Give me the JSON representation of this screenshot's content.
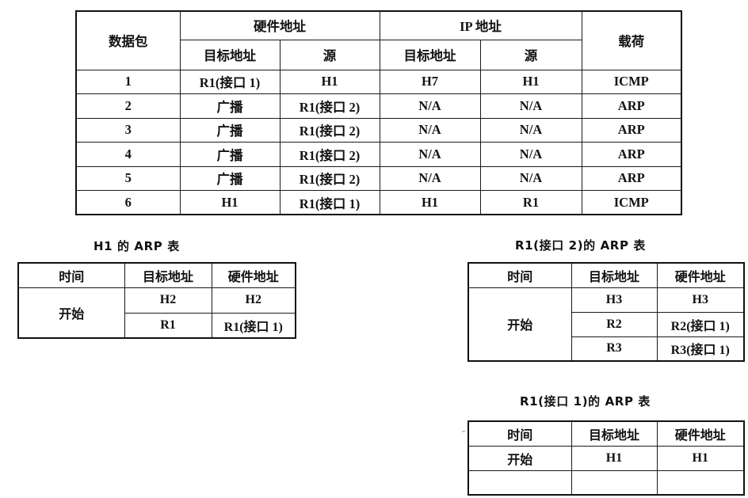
{
  "packet_table": {
    "group_headers": {
      "packet": "数据包",
      "hardware_address": "硬件地址",
      "ip_address": "IP 地址",
      "payload": "载荷"
    },
    "sub_headers": {
      "hw_dest": "目标地址",
      "hw_src": "源",
      "ip_dest": "目标地址",
      "ip_src": "源"
    },
    "rows": [
      {
        "packet": "1",
        "hw_dest": "R1(接口 1)",
        "hw_src": "H1",
        "ip_dest": "H7",
        "ip_src": "H1",
        "payload": "ICMP"
      },
      {
        "packet": "2",
        "hw_dest": "广播",
        "hw_src": "R1(接口 2)",
        "ip_dest": "N/A",
        "ip_src": "N/A",
        "payload": "ARP"
      },
      {
        "packet": "3",
        "hw_dest": "广播",
        "hw_src": "R1(接口 2)",
        "ip_dest": "N/A",
        "ip_src": "N/A",
        "payload": "ARP"
      },
      {
        "packet": "4",
        "hw_dest": "广播",
        "hw_src": "R1(接口 2)",
        "ip_dest": "N/A",
        "ip_src": "N/A",
        "payload": "ARP"
      },
      {
        "packet": "5",
        "hw_dest": "广播",
        "hw_src": "R1(接口 2)",
        "ip_dest": "N/A",
        "ip_src": "N/A",
        "payload": "ARP"
      },
      {
        "packet": "6",
        "hw_dest": "H1",
        "hw_src": "R1(接口 1)",
        "ip_dest": "H1",
        "ip_src": "R1",
        "payload": "ICMP"
      }
    ]
  },
  "arp_h1": {
    "title": "H1 的 ARP 表",
    "headers": {
      "time": "时间",
      "dest": "目标地址",
      "hw": "硬件地址"
    },
    "time_value": "开始",
    "rows": [
      {
        "dest": "H2",
        "hw": "H2"
      },
      {
        "dest": "R1",
        "hw": "R1(接口 1)"
      }
    ]
  },
  "arp_r1_if2": {
    "title": "R1(接口 2)的 ARP 表",
    "headers": {
      "time": "时间",
      "dest": "目标地址",
      "hw": "硬件地址"
    },
    "time_value": "开始",
    "rows": [
      {
        "dest": "H3",
        "hw": "H3"
      },
      {
        "dest": "R2",
        "hw": "R2(接口 1)"
      },
      {
        "dest": "R3",
        "hw": "R3(接口 1)"
      }
    ]
  },
  "arp_r1_if1": {
    "title": "R1(接口 1)的 ARP 表",
    "headers": {
      "time": "时间",
      "dest": "目标地址",
      "hw": "硬件地址"
    },
    "rows": [
      {
        "time": "开始",
        "dest": "H1",
        "hw": "H1"
      },
      {
        "time": "",
        "dest": "",
        "hw": ""
      }
    ]
  },
  "colors": {
    "background": "#ffffff",
    "text": "#121212",
    "border": "#1a1a1a"
  }
}
